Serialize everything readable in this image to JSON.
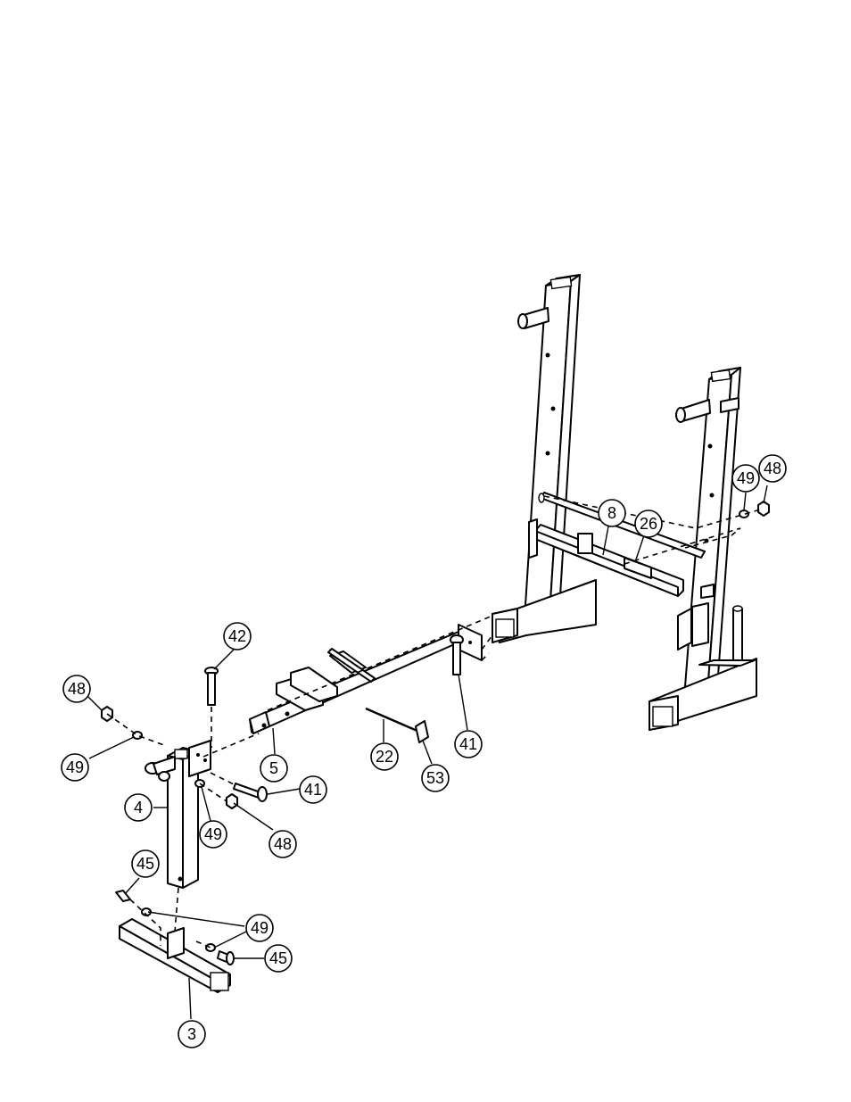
{
  "callouts": [
    {
      "id": "c42",
      "label": "42"
    },
    {
      "id": "c48a",
      "label": "48"
    },
    {
      "id": "c49a",
      "label": "49"
    },
    {
      "id": "c4",
      "label": "4"
    },
    {
      "id": "c49b",
      "label": "49"
    },
    {
      "id": "c48b",
      "label": "48"
    },
    {
      "id": "c41a",
      "label": "41"
    },
    {
      "id": "c5",
      "label": "5"
    },
    {
      "id": "c22",
      "label": "22"
    },
    {
      "id": "c53",
      "label": "53"
    },
    {
      "id": "c41b",
      "label": "41"
    },
    {
      "id": "c8",
      "label": "8"
    },
    {
      "id": "c26",
      "label": "26"
    },
    {
      "id": "c49c",
      "label": "49"
    },
    {
      "id": "c48c",
      "label": "48"
    },
    {
      "id": "c45a",
      "label": "45"
    },
    {
      "id": "c49d",
      "label": "49"
    },
    {
      "id": "c45b",
      "label": "45"
    },
    {
      "id": "c3",
      "label": "3"
    }
  ]
}
